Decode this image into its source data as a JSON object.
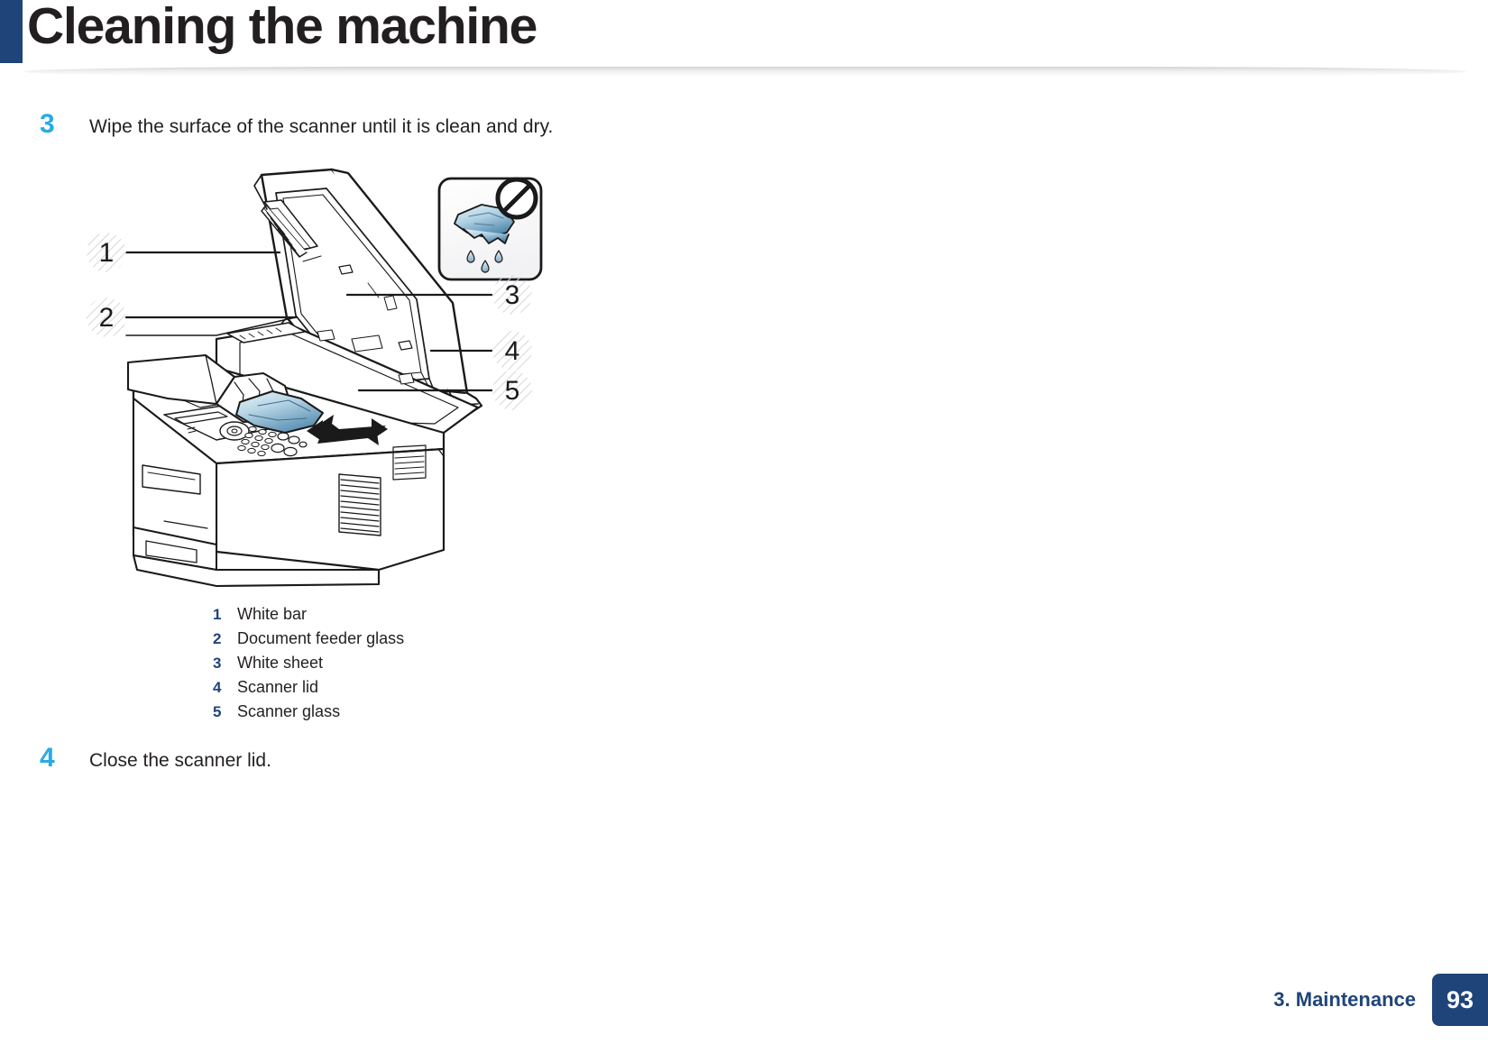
{
  "header": {
    "title": "Cleaning the machine",
    "accent_color": "#1f4479"
  },
  "steps": [
    {
      "number": "3",
      "text": "Wipe the surface of the scanner until it is clean and dry."
    },
    {
      "number": "4",
      "text": "Close the scanner lid."
    }
  ],
  "figure": {
    "name": "scanner-cleaning-illustration",
    "description": "Line drawing of a multifunction printer with the scanner lid raised and a hand wiping the scanner glass with a cloth, plus a warning icon showing a dripping wet cloth crossed out.",
    "warning_icon": "no-wet-cloth-icon",
    "callouts": [
      {
        "id": "1",
        "side": "left"
      },
      {
        "id": "2",
        "side": "left"
      },
      {
        "id": "3",
        "side": "right"
      },
      {
        "id": "4",
        "side": "right"
      },
      {
        "id": "5",
        "side": "right"
      }
    ]
  },
  "legend": {
    "items": [
      {
        "index": "1",
        "label": "White bar"
      },
      {
        "index": "2",
        "label": "Document feeder glass"
      },
      {
        "index": "3",
        "label": "White sheet"
      },
      {
        "index": "4",
        "label": "Scanner lid"
      },
      {
        "index": "5",
        "label": "Scanner glass"
      }
    ]
  },
  "footer": {
    "section": "3. Maintenance",
    "page_number": "93",
    "badge_color": "#1f4479"
  }
}
